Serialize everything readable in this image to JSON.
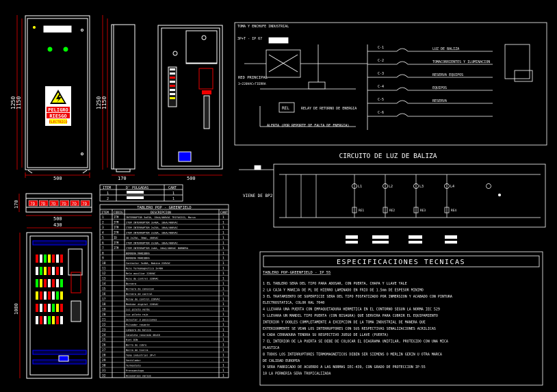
{
  "title_baliza": "CIRCUITO DE LUZ DE BALIZA",
  "spec_title": "ESPECIFICACIONES TECNICAS",
  "spec_subtitle": "TABLERO POP-GREENFIELD - IP 55",
  "spec_lines": [
    "1  EL TABLERO SERA DEL TIPO PARA ADOSAR, CON PUERTA, CHAPA Y LLAVE YALE",
    "2  LA CAJA Y MANIJA DE PL DE HIERRO LAMINADO EN FRIO DE 1.5mm DE ESPESOR MINIMO",
    "3  EL TRATAMIENTO DE SUPERFICIE SERA DEL TIPO FOSFATIZADO POR INMERSION Y ACABADO CON PINTURA",
    "   ELECTROSTATICA, COLOR RAL 7040",
    "4  LLEVARA UNA PUERTA CON EMPAQUETADURA HERMETICA EN EL CONTORNO SEGUN LA NORMA IEC 529",
    "5  LLEVARA UN MANDIL TIPO PUERTA (CON BISAGRA) QUE SERVIRA PARA CUBRIR EL EQUIPAMIENTO",
    "   INTERIOR Y DOBLES COMPLETAMENTE A EXCEPCION DE LA TOMA INDUSTRIAL DE MANERA QUE",
    "   EXTERIORMENTE SE VEAN LOS INTERRUPTORES CON SUS RESPECTIVAS SENALIZACIONES ACRILICAS",
    "6  CADA CERRADURA TENDRA SU RESPECTIVO JUEGO DE LLAVE (PUERTA)",
    "7  EL INTERIOR DE LA PUERTA SE DEBE DE COLOCAR EL DIAGRAMA UNIFILAR, PROTEGIDO CON UNA MICA",
    "   PLASTICA",
    "8  TODOS LOS INTERRUPTORES TERMOMAGNETICOS DEBEN SER SIEMENS O MERLIN GERIN U OTRA MARCA",
    "   DE CALIDAD EUROPEA",
    "9  SERA FABRICADO DE ACUERDO A LAS NORMAS IEC-439, CON GRADO DE PROTECCION IP-55",
    "10 LA PERNERIA SERA TROPICALIZADA"
  ],
  "dims": {
    "h1250": "1250",
    "h1150": "1150",
    "w500": "500",
    "w170": "170",
    "h170": "170",
    "w430": "430",
    "h1080": "1080",
    "hm1250": "1250",
    "hm1150": "1150"
  },
  "warning": {
    "line1": "PELIGRO",
    "line2": "RIESGO",
    "line3": "ELECTRICO"
  },
  "module_labels": [
    "7D",
    "7D",
    "7D",
    "7D",
    "7D",
    "7D"
  ],
  "small_table": {
    "headers": [
      "ITEM",
      "D' PULGADAS",
      "CANT"
    ],
    "rows": [
      [
        "1",
        "",
        "1"
      ],
      [
        "2",
        "",
        "1"
      ]
    ]
  },
  "main_table": {
    "title": "TABLERO POP - GREENFIELD",
    "headers": [
      "ITEM",
      "CODIG",
      "DESCRIPCION",
      "CANT"
    ],
    "rows": [
      [
        "1",
        "ITM",
        "INTERRUPTOR 3x63A, 15kA/400VAC TRIFASICO, Marca",
        "1"
      ],
      [
        "2",
        "ITM",
        "ITEM INTERRUPTOR 3x40A, 10kA/400VAC",
        "1"
      ],
      [
        "3",
        "ITM",
        "ITEM INTERRUPTOR 2x25A, 10kA/400VAC",
        "1"
      ],
      [
        "4",
        "ITM",
        "ITEM INTERRUPTOR 2x20A, 10kA/400VAC",
        "1"
      ],
      [
        "5",
        "ID",
        "ID 2x25A, 30mA, 400VAC",
        "1"
      ],
      [
        "6",
        "ITM",
        "ITEM INTERRUPTOR 2x10A, 10kA/400VAC",
        "1"
      ],
      [
        "7",
        "ITM",
        "ITEM INTERRUPTOR 2x6A, 10kA/400VAC BORNERA",
        "1"
      ],
      [
        "8",
        "",
        "BORNERA MANIOBRA",
        "1"
      ],
      [
        "9",
        "",
        "BORNERA MANIOBRA",
        "1"
      ],
      [
        "10",
        "",
        "Contactor 3x40A, Bobina 220VAC",
        "1"
      ],
      [
        "11",
        "",
        "Rele Termomagnetico 3x40A",
        "1"
      ],
      [
        "12",
        "",
        "Rele auxiliar 220VAC",
        "1"
      ],
      [
        "13",
        "",
        "Rele de control 220VAC",
        "1"
      ],
      [
        "14",
        "",
        "Bornera",
        "1"
      ],
      [
        "15",
        "",
        "Bornera de conexion",
        "1"
      ],
      [
        "16",
        "",
        "Bornera de control",
        "1"
      ],
      [
        "17",
        "",
        "Relay de control 220VAC",
        "1"
      ],
      [
        "18",
        "",
        "Medidor digital 220VAC",
        "1"
      ],
      [
        "19",
        "",
        "Luz piloto verde",
        "1"
      ],
      [
        "20",
        "",
        "Luz piloto rojo",
        "1"
      ],
      [
        "21",
        "",
        "Selector 3 posiciones",
        "1"
      ],
      [
        "22",
        "",
        "Pulsador rasante",
        "1"
      ],
      [
        "23",
        "",
        "Lampara de baliza",
        "1"
      ],
      [
        "24",
        "",
        "Canaleta ranurada 40x40",
        "1"
      ],
      [
        "25",
        "",
        "Riel DIN",
        "1"
      ],
      [
        "26",
        "",
        "Barra de cobre",
        "1"
      ],
      [
        "27",
        "",
        "Barra de tierra",
        "1"
      ],
      [
        "28",
        "",
        "Toma industrial 3P+T",
        "1"
      ],
      [
        "29",
        "",
        "Ventilador",
        "1"
      ],
      [
        "30",
        "",
        "Termostato",
        "1"
      ],
      [
        "31",
        "",
        "Prensaestopa",
        "1"
      ],
      [
        "32",
        "",
        "Accesorios varios",
        "1"
      ]
    ]
  },
  "single_line": {
    "toma_label": "TOMA Y ENCHUFE INDUSTRIAL",
    "toma_sub": "3P+T - IP 67",
    "red_principal": "RED PRINCIPAL",
    "red_sub": "3~220VAC+TIERRA",
    "relay_label": "RELAY DE RETORNO DE ENERGIA",
    "alerta_label": "ALERTA (POR REPORTE DE FALTA DE ENERGIA)",
    "rel_box": "REL",
    "circuits": [
      "C-1",
      "C-2",
      "C-3",
      "C-4",
      "C-5",
      "C-6"
    ],
    "loads": [
      "LUZ DE BALIZA",
      "TOMACORRIENTES Y ILUMINACION",
      "RESERVA EQUIPOS",
      "EQUIPOS",
      "RESERVA"
    ]
  },
  "baliza": {
    "viene_de": "VIENE DE BP2",
    "lamps": [
      "L1",
      "L2",
      "L3",
      "L4"
    ],
    "relays": [
      "RE1",
      "RE2",
      "RE3",
      "RE4"
    ]
  }
}
